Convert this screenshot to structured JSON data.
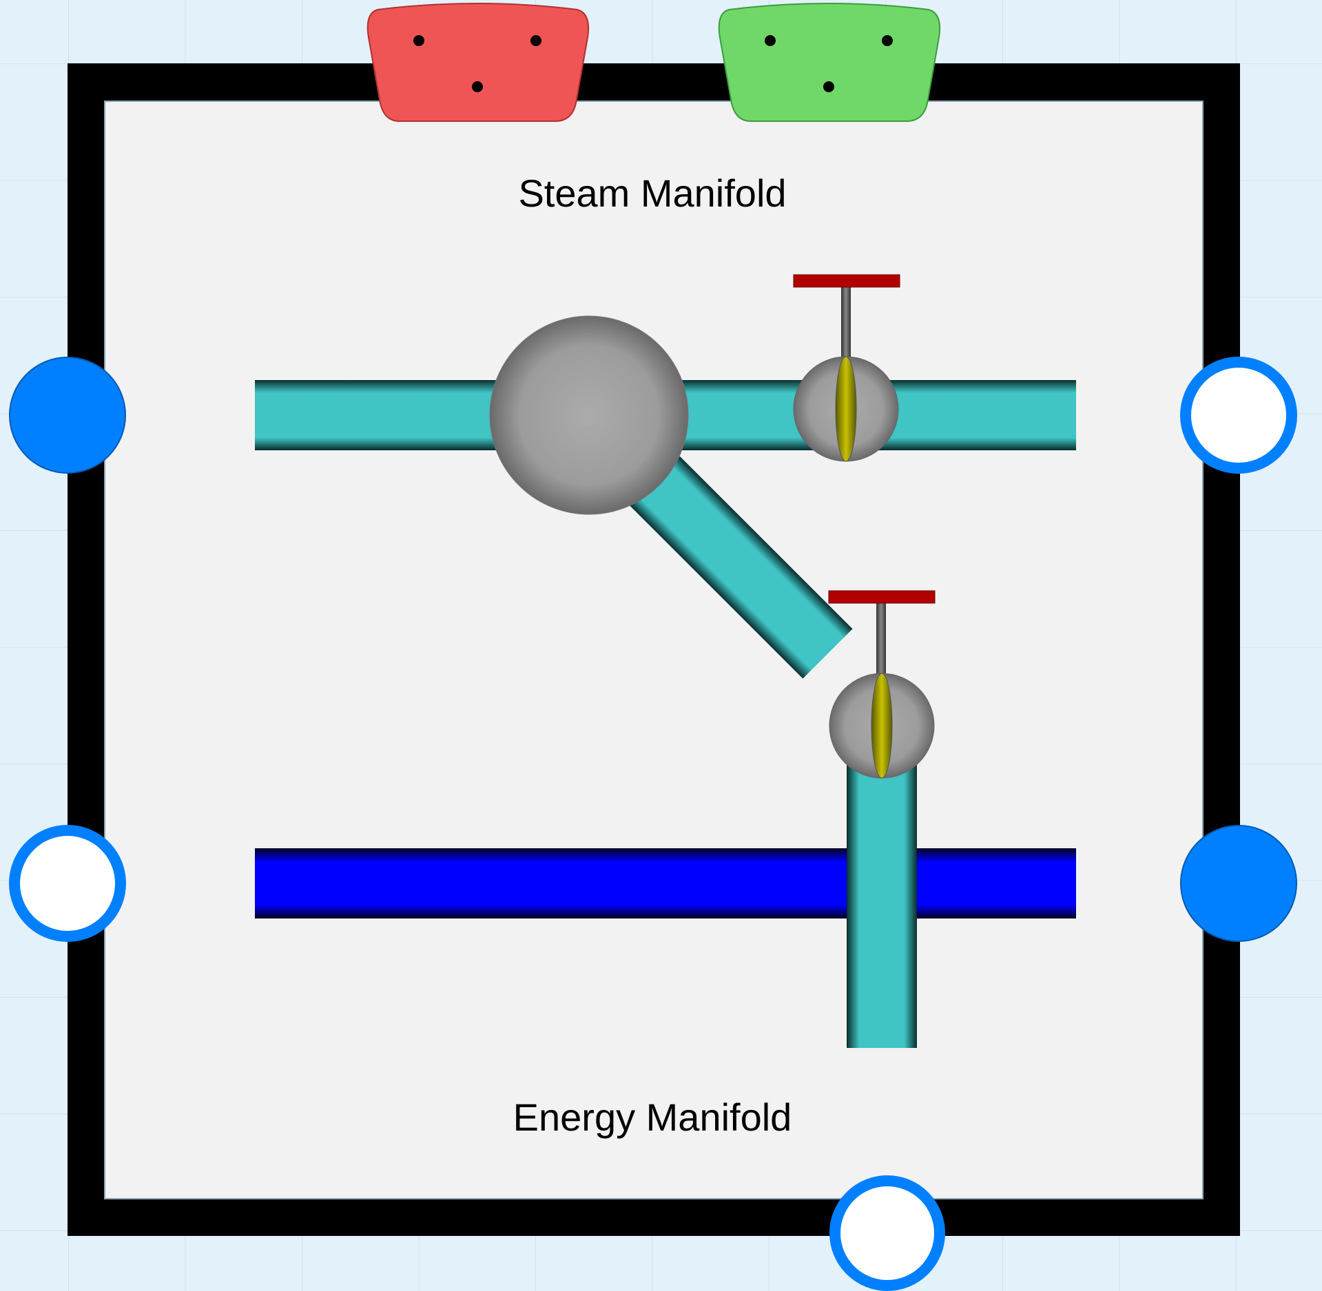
{
  "diagram": {
    "steam_manifold_label": "Steam Manifold",
    "energy_manifold_label": "Energy Manifold"
  },
  "colors": {
    "canvas_background": "#e3f1fb",
    "frame": "#000000",
    "panel": "#f2f2f2",
    "steam_pipe": "#40c4c4",
    "energy_pipe": "#0000ff",
    "valve_handle": "#b00000",
    "valve_disc": "#b5b000",
    "port_blue": "#0080ff",
    "port_white": "#ffffff",
    "connector_red": "#f05555",
    "connector_green": "#70d868"
  },
  "components": {
    "junction": "steam-junction",
    "valves": [
      "upper-valve",
      "lower-valve"
    ],
    "ports": [
      {
        "id": "left-upper",
        "style": "filled"
      },
      {
        "id": "left-lower",
        "style": "hollow"
      },
      {
        "id": "right-upper",
        "style": "hollow"
      },
      {
        "id": "right-lower",
        "style": "filled"
      },
      {
        "id": "bottom",
        "style": "hollow"
      }
    ],
    "connectors": [
      {
        "id": "red",
        "pins": 3
      },
      {
        "id": "green",
        "pins": 3
      }
    ]
  }
}
